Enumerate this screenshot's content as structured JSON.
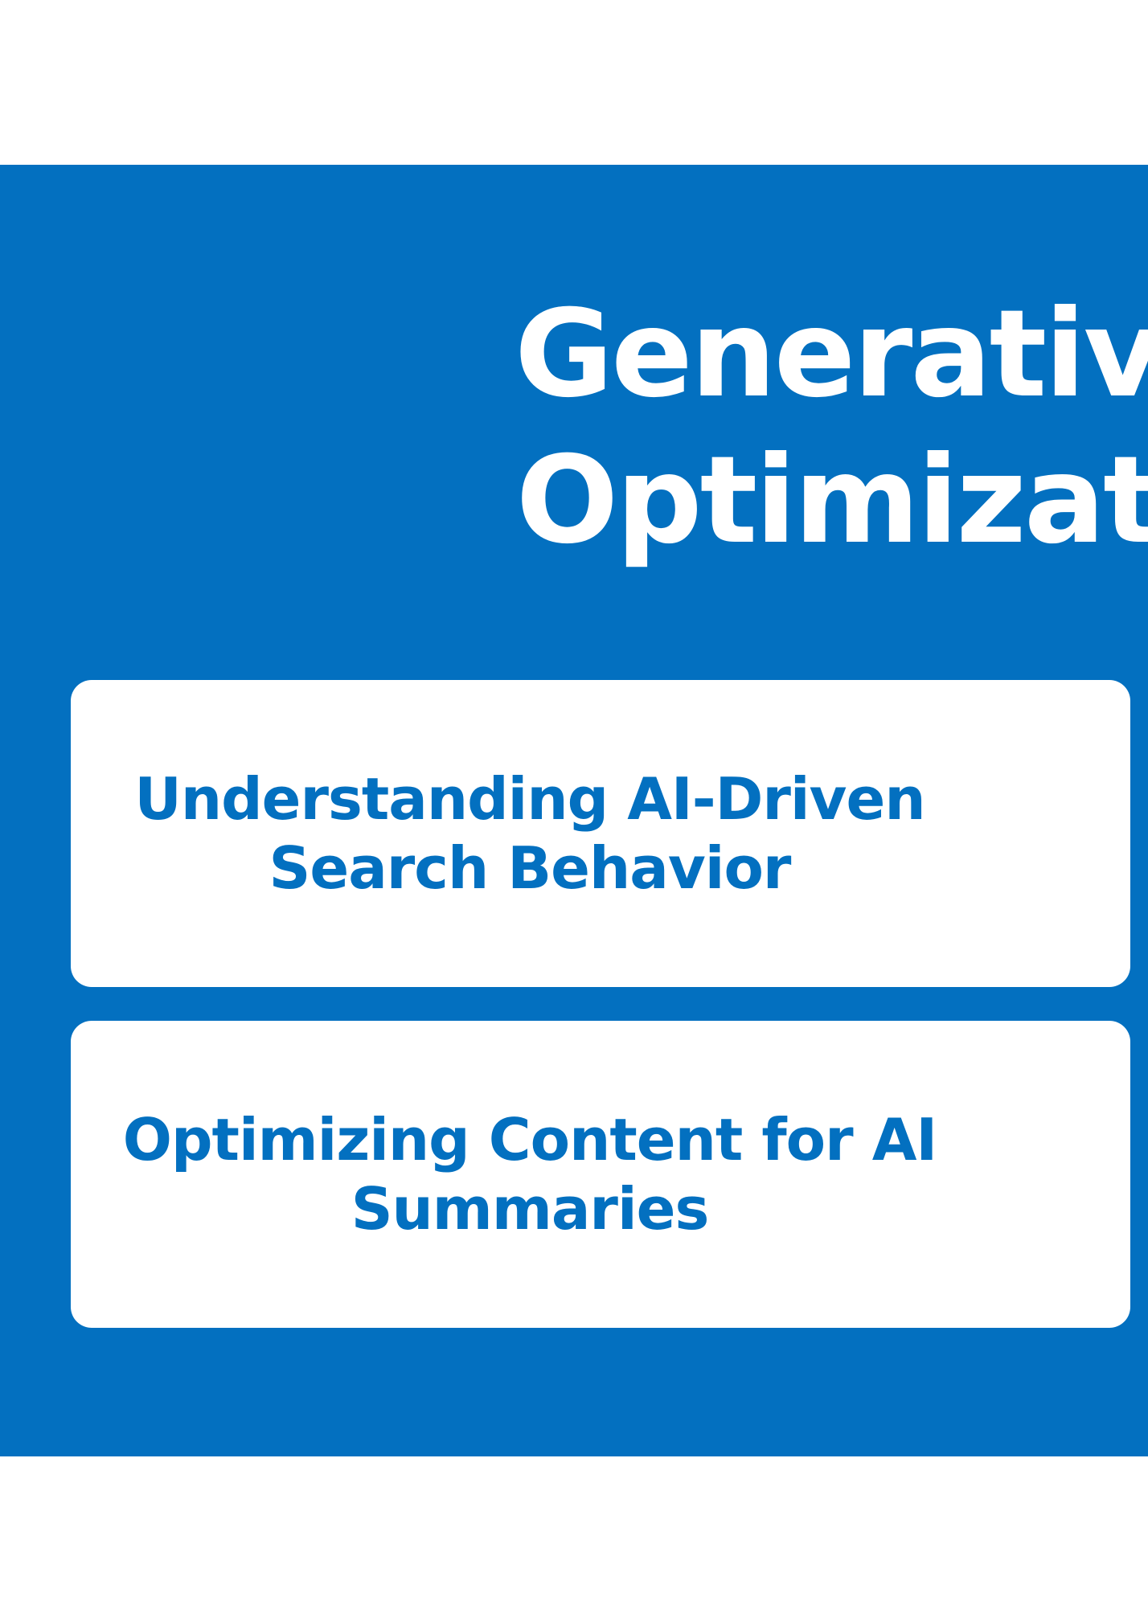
{
  "colors": {
    "background": "#ffffff",
    "panel": "#0370c0",
    "card": "#ffffff",
    "title_text": "#ffffff",
    "card_text": "#0370c0"
  },
  "title": {
    "lines": [
      "Generativ",
      "Optimizat"
    ]
  },
  "cards": [
    {
      "lines": [
        "Understanding AI-Driven",
        "Search Behavior"
      ]
    },
    {
      "lines": [
        "Optimizing Content for AI",
        "Summaries"
      ]
    }
  ]
}
